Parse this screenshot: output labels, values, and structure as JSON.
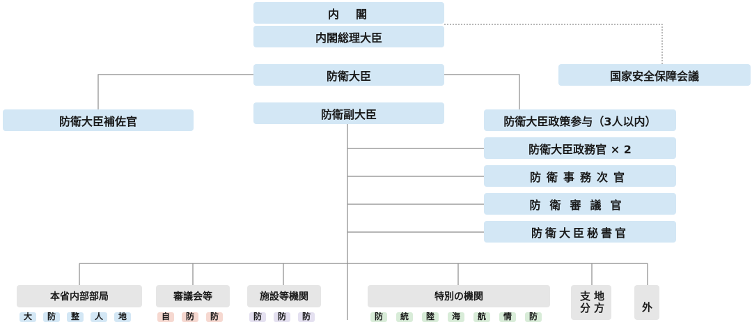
{
  "org": {
    "cabinet": "内　閣",
    "prime_minister": "内閣総理大臣",
    "nsc": "国家安全保障会議",
    "minister": "防衛大臣",
    "aide": "防衛大臣補佐官",
    "senior_vice": "防衛副大臣",
    "advisors": "防衛大臣政策参与（3人以内）",
    "parliamentary": "防衛大臣政務官 × 2",
    "vice_minister": "防衛事務次官",
    "councilor": "防衛審議官",
    "secretary": "防衛大臣秘書官"
  },
  "groups": {
    "internal_bureaus": "本省内部部局",
    "councils": "審議会等",
    "facilities": "施設等機関",
    "special": "特別の機関",
    "regional": "地方支分",
    "external": "外"
  },
  "chips": {
    "internal": [
      "大",
      "防",
      "整",
      "人",
      "地"
    ],
    "councils": [
      "自",
      "防",
      "防"
    ],
    "facilities": [
      "防",
      "防",
      "防"
    ],
    "special": [
      "防",
      "統",
      "陸",
      "海",
      "航",
      "情",
      "防"
    ]
  }
}
